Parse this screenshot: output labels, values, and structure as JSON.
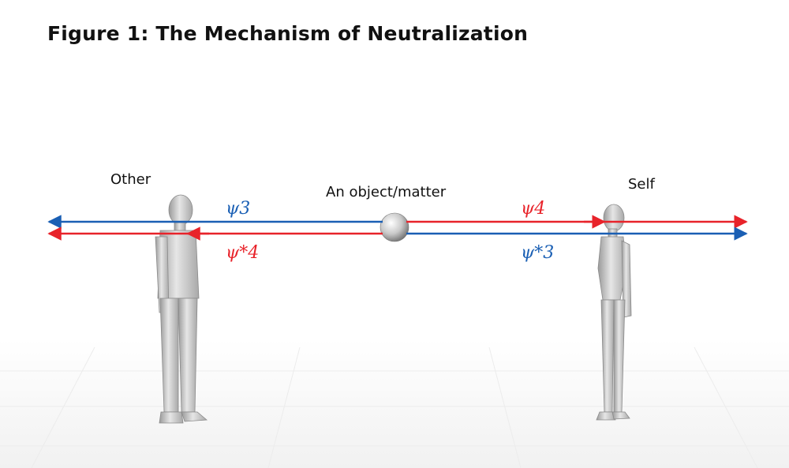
{
  "title": "Figure 1: The Mechanism of Neutralization",
  "labels": {
    "other": "Other",
    "self": "Self",
    "object": "An object/matter"
  },
  "waves": {
    "psi3": "ψ3",
    "psi4": "ψ4",
    "psi_star4": "ψ*4",
    "psi_star3": "ψ*3"
  },
  "colors": {
    "blue": "#1a5fb4",
    "red": "#e8232a",
    "figure": "#c8c8c8"
  },
  "icons": {
    "left_figure": "standing-man-icon",
    "right_figure": "standing-woman-icon",
    "object": "sphere-icon"
  }
}
